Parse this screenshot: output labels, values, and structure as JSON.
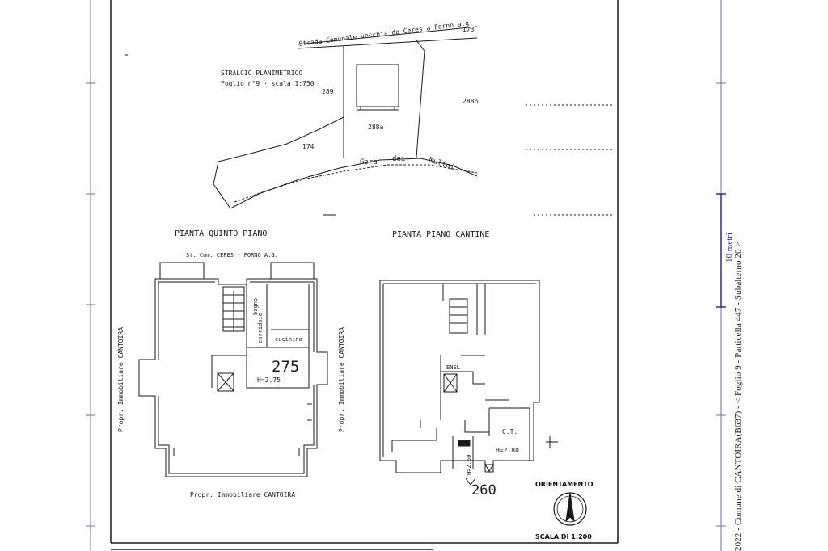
{
  "site_plan": {
    "road_label": "Strada Comunale vecchia da Ceres a Forno a.g.",
    "parcel_173": "173",
    "title": "STRALCIO PLANIMETRICO",
    "subtitle": "Foglio n°9 · scala 1:750",
    "parcel_289": "289",
    "parcel_288b": "288b",
    "parcel_288a": "288a",
    "parcel_174": "174",
    "canal_label_1": "Gora",
    "canal_label_2": "dei",
    "canal_label_3": "Mulini"
  },
  "plan_left": {
    "title": "PIANTA QUINTO PIANO",
    "street_label": "St. Com. CERES - FORNO A.G.",
    "room_bagno": "bagno",
    "room_corridoio": "corridoio",
    "room_cucinino": "cucinino",
    "unit_number": "275",
    "height_label": "H=2.75",
    "neighbor_left": "Propr. Immobiliare CANTOIRA",
    "neighbor_right": "Propr. Immobiliare CANTOIRA",
    "neighbor_bottom": "Propr. Immobiliare CANTOIRA"
  },
  "plan_right": {
    "title": "PIANTA PIANO CANTINE",
    "room_enel": "ENEL",
    "room_ct": "C.T.",
    "height_ct": "H=2.80",
    "height_cellar": "H=2.60",
    "unit_number": "260"
  },
  "legend": {
    "orientation": "ORIENTAMENTO",
    "scale": "SCALA DI 1:200"
  },
  "margin": {
    "caption": "2022 - Comune di CANTOIRA(B637) - < Foglio 9 - Particella 447 - Subalterno 20 >",
    "scale_bar_label": "10 metri"
  },
  "colors": {
    "ink": "#1a1a1a",
    "margin_line": "#2c2c8f"
  }
}
